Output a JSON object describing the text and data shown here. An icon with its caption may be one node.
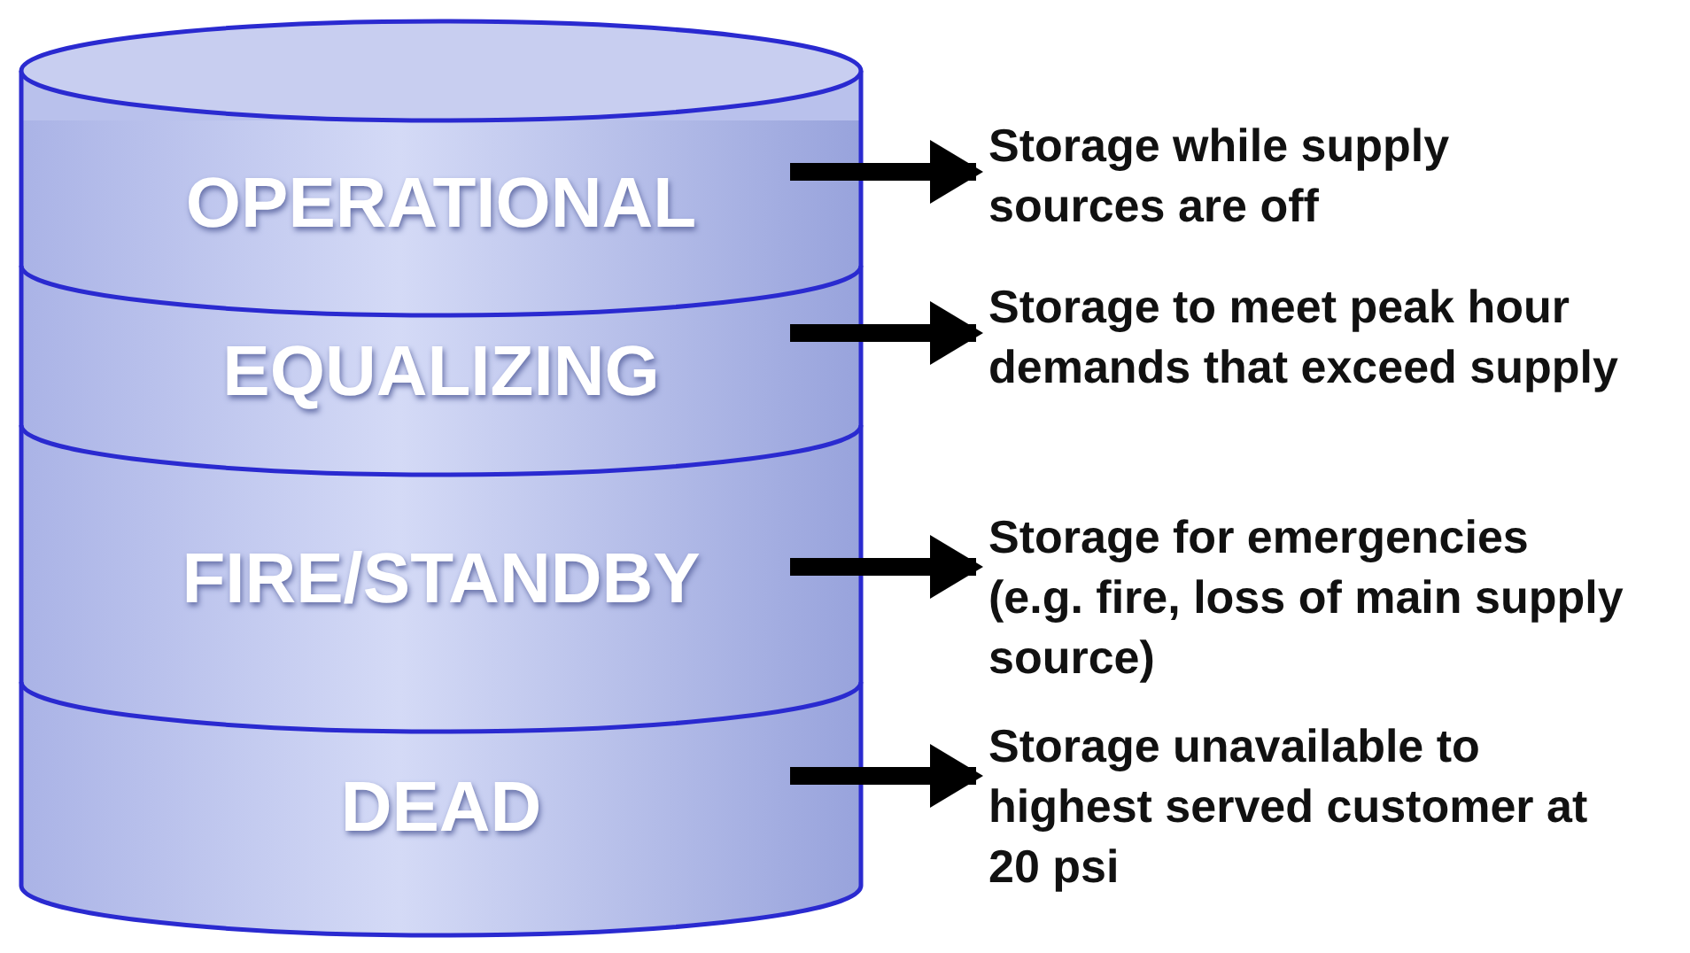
{
  "diagram": {
    "nodes": [
      {
        "text": [],
        "shape": "cylinder"
      },
      {
        "text": [
          "OPERATIONAL"
        ],
        "in": 0
      },
      {
        "text": [
          "EQUALIZING"
        ],
        "in": 0
      },
      {
        "text": [
          "FIRE/STANDBY"
        ],
        "in": 0
      },
      {
        "text": [
          "DEAD"
        ],
        "in": 0
      },
      {
        "text": [
          "Storage while supply sources are off"
        ]
      },
      {
        "text": [
          "Storage to meet peak hour demands that exceed supply"
        ]
      },
      {
        "text": [
          "Storage for emergencies (e.g. fire, loss of main supply source)"
        ]
      },
      {
        "text": [
          "Storage unavailable to highest served customer at 20 psi"
        ]
      }
    ],
    "edges": [
      {
        "from": 1,
        "to": 5,
        "arrow": "to"
      },
      {
        "from": 2,
        "to": 6,
        "arrow": "to"
      },
      {
        "from": 3,
        "to": 7,
        "arrow": "to"
      },
      {
        "from": 4,
        "to": 8,
        "arrow": "to"
      }
    ]
  }
}
